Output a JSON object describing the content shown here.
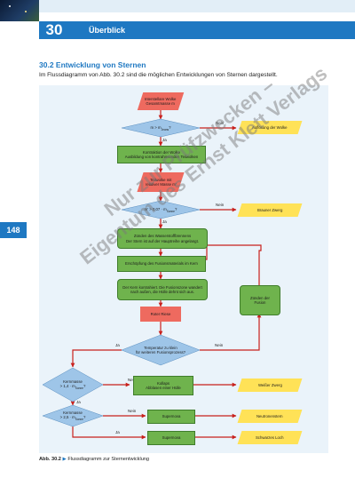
{
  "page": {
    "chapter_number": "30",
    "chapter_title": "Überblick",
    "page_number": "148"
  },
  "section": {
    "title": "30.2  Entwicklung von Sternen",
    "intro": "Im Flussdiagramm von Abb. 30.2 sind die möglichen Entwicklungen von Sternen dargestellt."
  },
  "flowchart": {
    "start_line1": "Interstellare Wolke",
    "start_line2": "Gesamtmasse m",
    "decision1_prefix": "m > m",
    "decision1_sub": "Jeans",
    "decision1_suffix": "?",
    "no_label": "Nein",
    "yes_label": "Ja",
    "outcome_cloud": "Auflösung der Wolke",
    "contraction_line1": "Kontraktion der Wolke",
    "contraction_line2": "Ausbildung von kontrahierenden Teilwolken",
    "partial_line1": "Teilwolke mit",
    "partial_line2": "relativer Masse m'",
    "decision2_prefix": "m' > 0,07 · m",
    "decision2_sub": "Sonne",
    "decision2_suffix": "?",
    "outcome_brown": "Brauner Zwerg",
    "ignition_line1": "Zünden des Wasserstoffbrennens",
    "ignition_line2": "Der Stern ist auf der Hauptreihe angelangt.",
    "exhaustion": "Erschöpfung des Fusionsmaterials im Kern",
    "core_line1": "Der Kern kontrahiert. Die Fusionszone wandert",
    "core_line2": "nach außen, die Hülle dehnt sich aus.",
    "ignite_fusion_line1": "Zünden der",
    "ignite_fusion_line2": "Fusion",
    "red_giant": "Roter Riese",
    "decision3_line1": "Temperatur zu klein",
    "decision3_line2": "für weiteren Fusionsprozess?",
    "decision4_prefix": "Kernmasse",
    "decision4_mid": "> 1,4 · m",
    "decision4_sub": "Sonne",
    "decision4_suffix": "?",
    "collapse_line1": "Kollaps",
    "collapse_line2": "Abblasen einer Hülle",
    "outcome_white": "Weißer Zwerg",
    "decision5_prefix": "Kernmasse",
    "decision5_mid": "> 2,5 · m",
    "decision5_sub": "Sonne",
    "decision5_suffix": "?",
    "supernova": "Supernova",
    "outcome_neutron": "Neutronenstern",
    "outcome_blackhole": "Schwarzes Loch"
  },
  "watermark": {
    "line1": "Nur zur Prüfzwecken –",
    "line2": "Eigentum des Ernst Klett Verlags"
  },
  "caption": {
    "label": "Abb. 30.2",
    "marker": "▶",
    "text": "Flussdiagramm zur Sternentwicklung"
  },
  "colors": {
    "accent_blue": "#1e78c2",
    "process_green": "#6fb34d",
    "input_red": "#ee6a5f",
    "outcome_yellow": "#ffe257",
    "decision_blue": "#9ec5e8",
    "arrow_red": "#c8201c"
  }
}
